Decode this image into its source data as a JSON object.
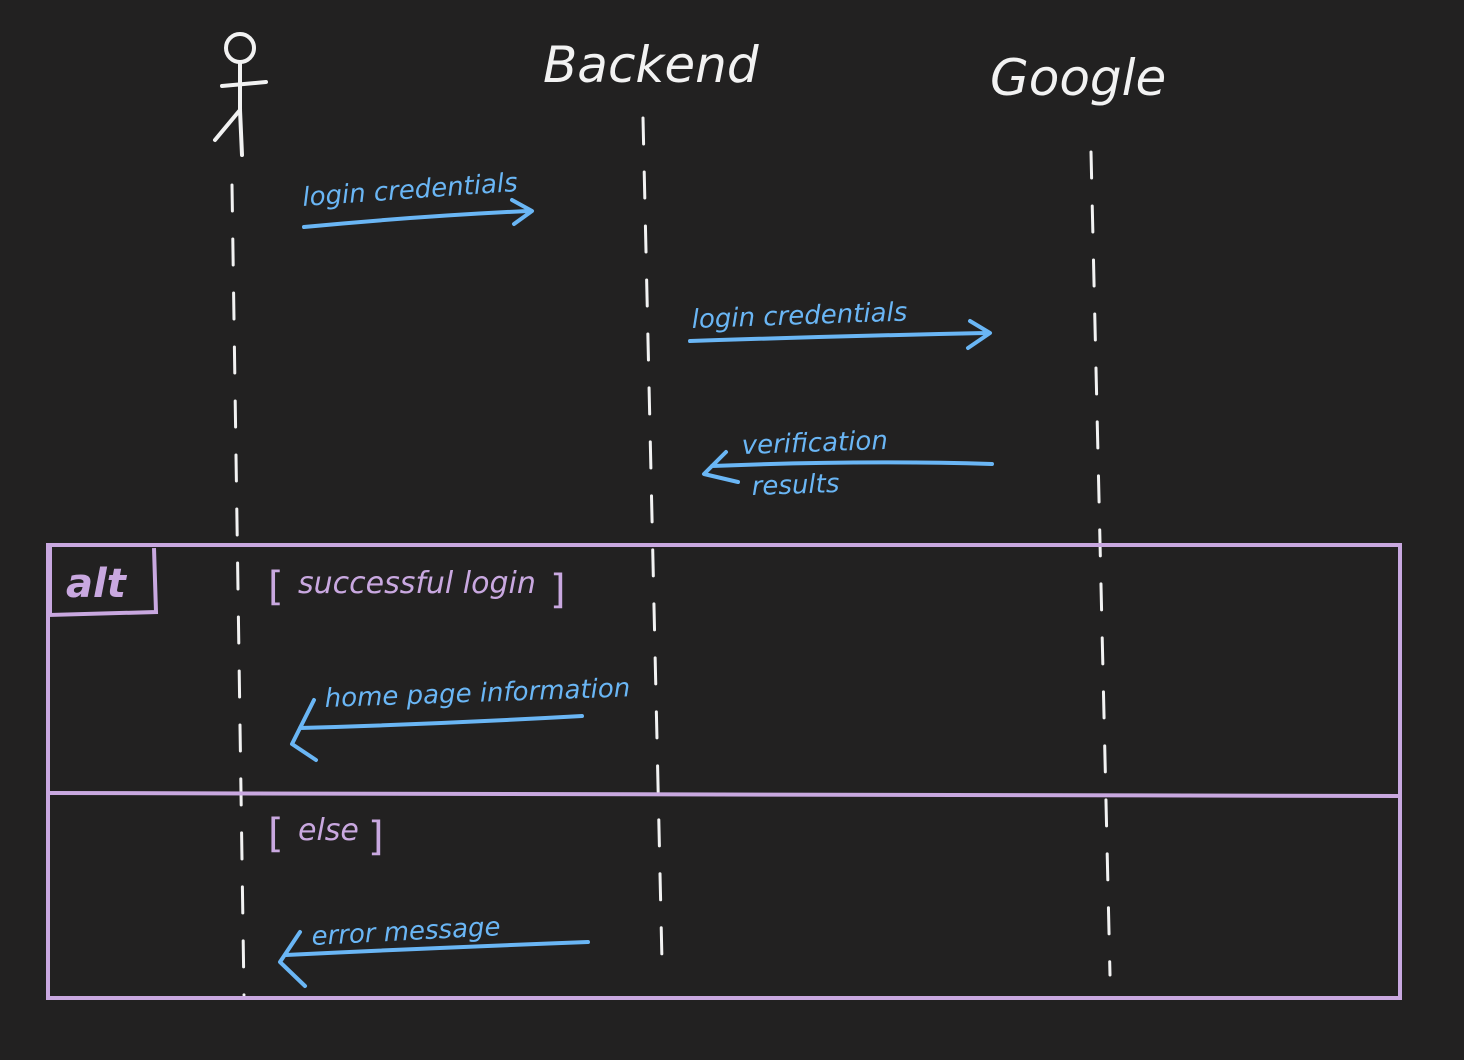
{
  "participants": {
    "user": {
      "label": ""
    },
    "backend": {
      "label": "Backend"
    },
    "google": {
      "label": "Google"
    }
  },
  "messages": [
    {
      "label": "login credentials"
    },
    {
      "label": "login credentials"
    },
    {
      "label_line1": "verification",
      "label_line2": "results"
    },
    {
      "label": "home page information"
    },
    {
      "label": "error message"
    }
  ],
  "alt_fragment": {
    "operator": "alt",
    "guard_success": "successful login",
    "guard_else": "else"
  },
  "colors": {
    "background": "#222121",
    "lifeline": "#f2f2f2",
    "message": "#6ab6f5",
    "fragment": "#c9a8e0"
  }
}
